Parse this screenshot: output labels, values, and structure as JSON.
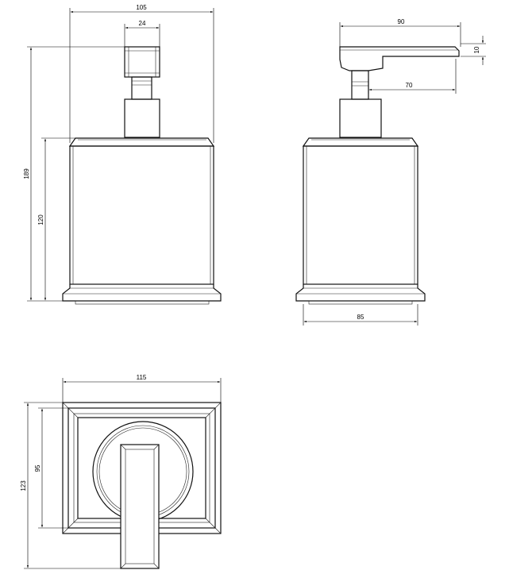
{
  "dimensions": {
    "front_width": "105",
    "front_head_width": "24",
    "front_total_height": "189",
    "front_body_height": "120",
    "side_arm_length": "90",
    "side_arm_thickness": "10",
    "side_arm_reach": "70",
    "side_base_width": "85",
    "top_width": "115",
    "top_inner_height": "95",
    "top_total_height": "123"
  },
  "colors": {
    "line": "#111111",
    "background": "#ffffff"
  }
}
